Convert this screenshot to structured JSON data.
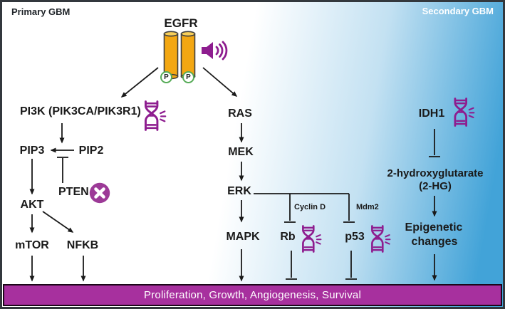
{
  "header": {
    "primary_region": "Primary GBM",
    "secondary_region": "Secondary GBM"
  },
  "nodes": {
    "egfr": "EGFR",
    "phospho": "P",
    "pi3k": "PI3K (PIK3CA/PIK3R1)",
    "pip3": "PIP3",
    "pip2": "PIP2",
    "pten": "PTEN",
    "akt": "AKT",
    "mtor": "mTOR",
    "nfkb": "NFKB",
    "ras": "RAS",
    "mek": "MEK",
    "erk": "ERK",
    "mapk": "MAPK",
    "cyclin_d": "Cyclin D",
    "mdm2": "Mdm2",
    "rb": "Rb",
    "p53": "p53",
    "idh1": "IDH1",
    "hg_line1": "2-hydroxyglutarate",
    "hg_line2": "(2-HG)",
    "epigenetic_line1": "Epigenetic",
    "epigenetic_line2": "changes"
  },
  "banner": {
    "text": "Proliferation, Growth, Angiogenesis, Survival"
  },
  "colors": {
    "accent_purple": "#8e1d8f",
    "pten_circle_fill": "#9c3a97",
    "banner_fill": "#a7309e",
    "gradient_blue": "#42a3d8",
    "receptor_orange": "#f3a712",
    "receptor_top": "#f7ce58",
    "phospho_green": "#56ab57",
    "frame_border": "#33383d"
  },
  "icons": {
    "dna": "mutation-dna-icon",
    "speaker": "overexpression-speaker-icon",
    "cross": "loss-of-function-cross-icon",
    "receptor": "egfr-receptor-cylinders"
  }
}
